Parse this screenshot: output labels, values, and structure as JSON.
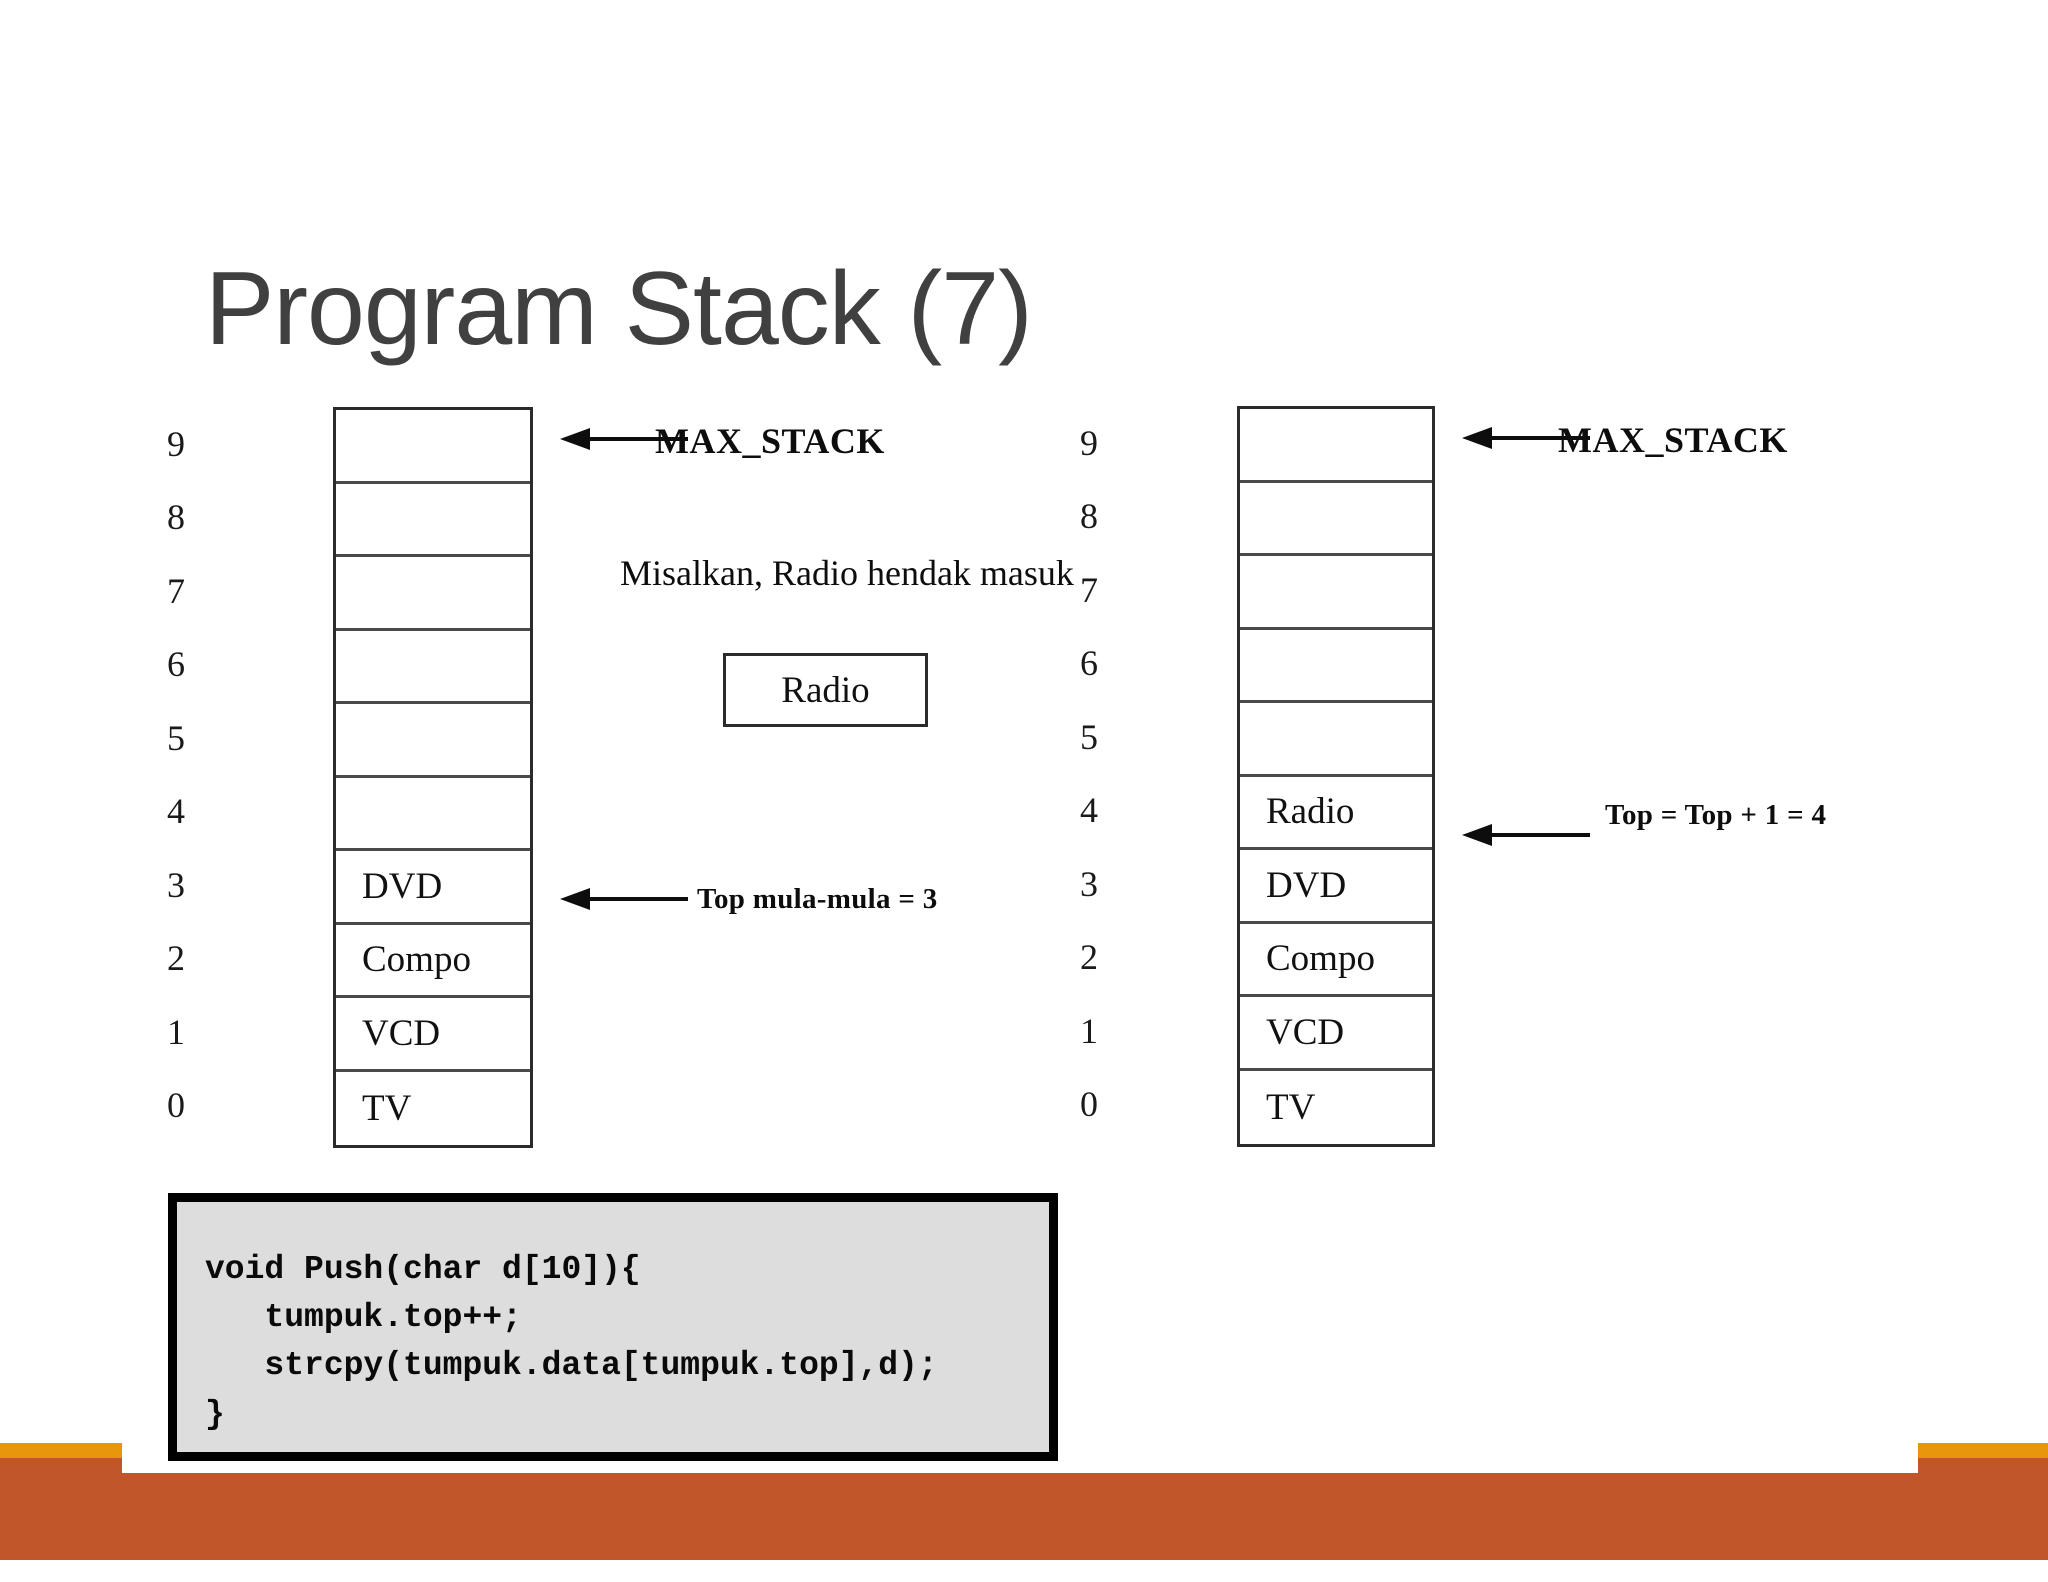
{
  "slide": {
    "title": "Program Stack (7)",
    "accent_bright": "#E8960C",
    "accent_dark": "#C0562A",
    "title_color": "#404040"
  },
  "left_stack": {
    "name": "initial-stack",
    "indices": [
      "9",
      "8",
      "7",
      "6",
      "5",
      "4",
      "3",
      "2",
      "1",
      "0"
    ],
    "cells": [
      "",
      "",
      "",
      "",
      "",
      "",
      "DVD",
      "Compo",
      "VCD",
      "TV"
    ],
    "max_label": "MAX_STACK",
    "top_label": "Top mula-mula = 3"
  },
  "right_stack": {
    "name": "after-push-stack",
    "indices": [
      "9",
      "8",
      "7",
      "6",
      "5",
      "4",
      "3",
      "2",
      "1",
      "0"
    ],
    "cells": [
      "",
      "",
      "",
      "",
      "",
      "Radio",
      "DVD",
      "Compo",
      "VCD",
      "TV"
    ],
    "max_label": "MAX_STACK",
    "top_label": "Top = Top + 1 = 4"
  },
  "middle": {
    "note": "Misalkan, Radio hendak masuk",
    "incoming_item": "Radio"
  },
  "code": {
    "text": "void Push(char d[10]){\n   tumpuk.top++;\n   strcpy(tumpuk.data[tumpuk.top],d);\n}"
  }
}
